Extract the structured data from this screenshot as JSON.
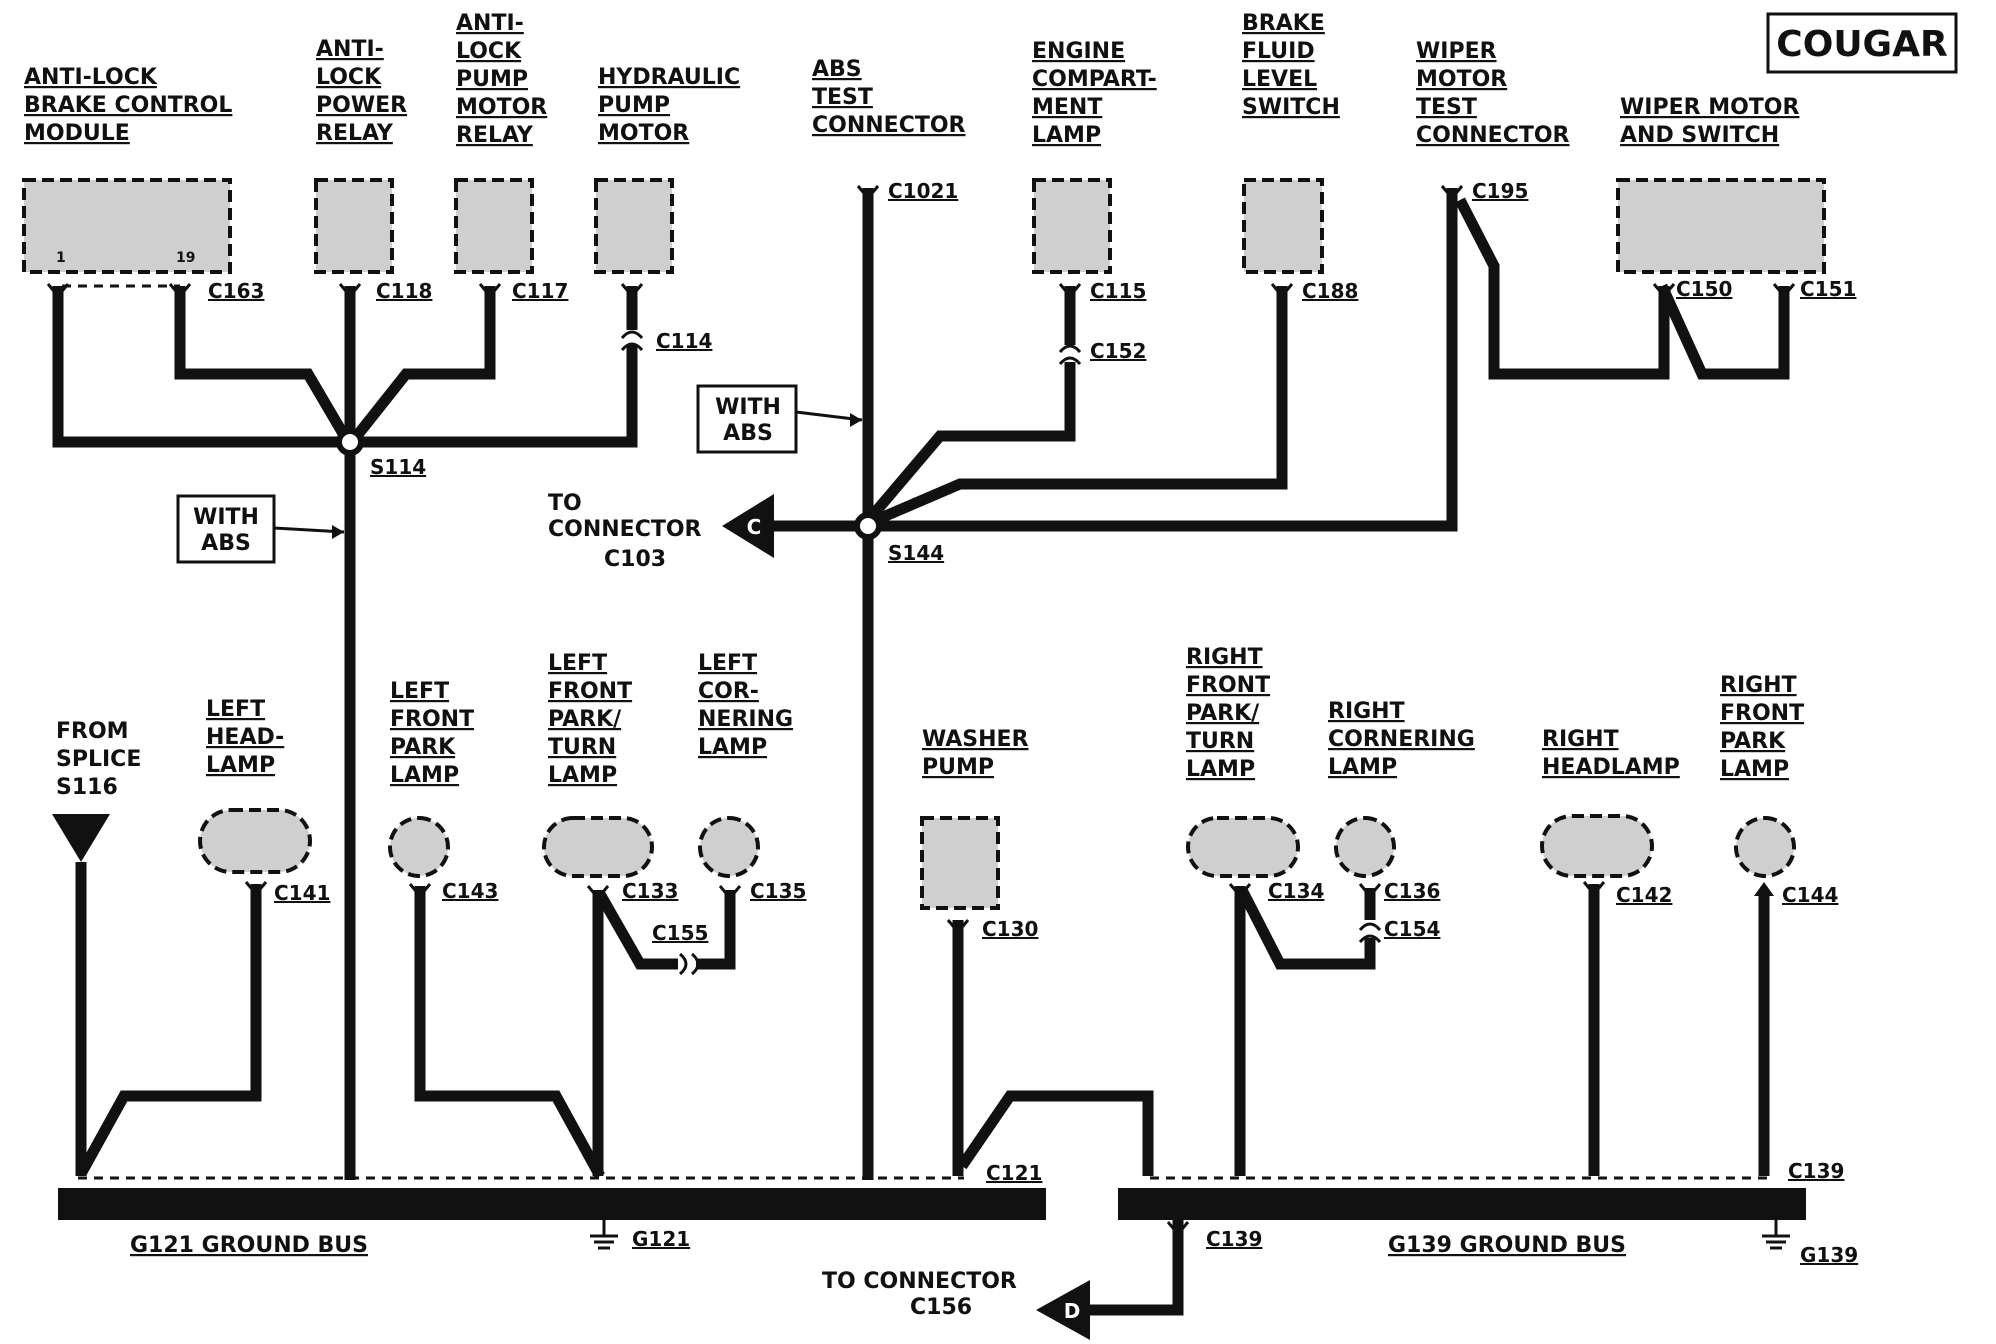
{
  "title": "COUGAR",
  "components": {
    "abs_module": {
      "label": [
        "ANTI-LOCK",
        "BRAKE CONTROL",
        "MODULE"
      ],
      "connector": "C163",
      "pins": [
        "1",
        "19"
      ]
    },
    "abs_power_relay": {
      "label": [
        "ANTI-",
        "LOCK",
        "POWER",
        "RELAY"
      ],
      "connector": "C118"
    },
    "abs_pump_relay": {
      "label": [
        "ANTI-",
        "LOCK",
        "PUMP",
        "MOTOR",
        "RELAY"
      ],
      "connector": "C117"
    },
    "hydraulic_pump": {
      "label": [
        "HYDRAULIC",
        "PUMP",
        "MOTOR"
      ],
      "connector": "C114",
      "inline": "C114"
    },
    "abs_test": {
      "label": [
        "ABS",
        "TEST",
        "CONNECTOR"
      ],
      "connector": "C1021"
    },
    "engine_lamp": {
      "label": [
        "ENGINE",
        "COMPART-",
        "MENT",
        "LAMP"
      ],
      "connector": "C115",
      "inline": "C152"
    },
    "brake_fluid": {
      "label": [
        "BRAKE",
        "FLUID",
        "LEVEL",
        "SWITCH"
      ],
      "connector": "C188"
    },
    "wiper_test": {
      "label": [
        "WIPER",
        "MOTOR",
        "TEST",
        "CONNECTOR"
      ],
      "connector": "C195"
    },
    "wiper_motor": {
      "label": [
        "WIPER MOTOR",
        "AND SWITCH"
      ],
      "connector_a": "C150",
      "connector_b": "C151"
    },
    "from_splice": {
      "label": [
        "FROM",
        "SPLICE",
        "S116"
      ]
    },
    "left_headlamp": {
      "label": [
        "LEFT",
        "HEAD-",
        "LAMP"
      ],
      "connector": "C141"
    },
    "left_front_park": {
      "label": [
        "LEFT",
        "FRONT",
        "PARK",
        "LAMP"
      ],
      "connector": "C143"
    },
    "left_park_turn": {
      "label": [
        "LEFT",
        "FRONT",
        "PARK/",
        "TURN",
        "LAMP"
      ],
      "connector": "C133",
      "inline": "C155"
    },
    "left_cornering": {
      "label": [
        "LEFT",
        "COR-",
        "NERING",
        "LAMP"
      ],
      "connector": "C135"
    },
    "washer_pump": {
      "label": [
        "WASHER",
        "PUMP"
      ],
      "connector": "C130"
    },
    "right_park_turn": {
      "label": [
        "RIGHT",
        "FRONT",
        "PARK/",
        "TURN",
        "LAMP"
      ],
      "connector": "C134"
    },
    "right_cornering": {
      "label": [
        "RIGHT",
        "CORNERING",
        "LAMP"
      ],
      "connector": "C136",
      "inline": "C154"
    },
    "right_headlamp": {
      "label": [
        "RIGHT",
        "HEADLAMP"
      ],
      "connector": "C142"
    },
    "right_front_park": {
      "label": [
        "RIGHT",
        "FRONT",
        "PARK",
        "LAMP"
      ],
      "connector": "C144"
    }
  },
  "splices": {
    "s114": "S114",
    "s144": "S144"
  },
  "notes": {
    "with_abs_1": [
      "WITH",
      "ABS"
    ],
    "with_abs_2": [
      "WITH",
      "ABS"
    ]
  },
  "offpage": {
    "to_c103": {
      "label": [
        "TO",
        "CONNECTOR",
        "C103"
      ],
      "letter": "C"
    },
    "to_c156": {
      "label": [
        "TO CONNECTOR",
        "C156"
      ],
      "letter": "D"
    }
  },
  "ground": {
    "g121_bus": "G121 GROUND BUS",
    "g121": "G121",
    "c121": "C121",
    "g139_bus": "G139 GROUND BUS",
    "g139": "G139",
    "c139_top": "C139",
    "c139_bottom": "C139"
  }
}
